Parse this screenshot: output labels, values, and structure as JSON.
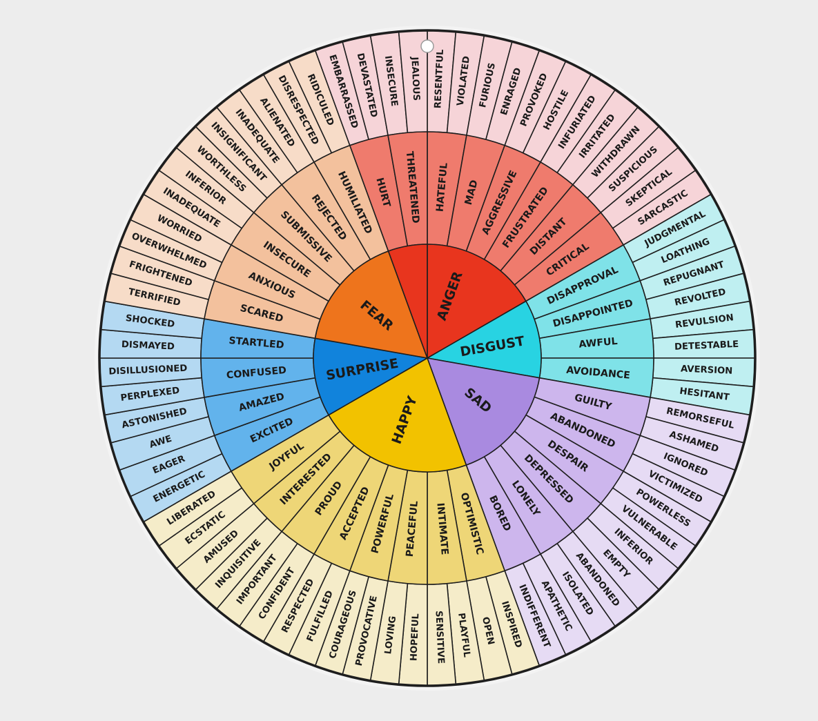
{
  "colors": {
    "background": "#ededed",
    "outline": "#1e1e1e",
    "text": "#1a1a1a"
  },
  "wheel": {
    "families": [
      {
        "core": "ANGER",
        "colors": [
          "#e8351e",
          "#ef7b6d",
          "#f6d4d8"
        ],
        "groups": [
          {
            "mid": "HATEFUL",
            "outer": [
              "RESENTFUL",
              "VIOLATED"
            ]
          },
          {
            "mid": "MAD",
            "outer": [
              "FURIOUS",
              "ENRAGED"
            ]
          },
          {
            "mid": "AGGRESSIVE",
            "outer": [
              "PROVOKED",
              "HOSTILE"
            ]
          },
          {
            "mid": "FRUSTRATED",
            "outer": [
              "INFURIATED",
              "IRRITATED"
            ]
          },
          {
            "mid": "DISTANT",
            "outer": [
              "WITHDRAWN",
              "SUSPICIOUS"
            ]
          },
          {
            "mid": "CRITICAL",
            "outer": [
              "SKEPTICAL",
              "SARCASTIC"
            ]
          }
        ]
      },
      {
        "core": "DISGUST",
        "colors": [
          "#28d3e2",
          "#7fe2e8",
          "#bfeff1"
        ],
        "groups": [
          {
            "mid": "DISAPPROVAL",
            "outer": [
              "JUDGMENTAL",
              "LOATHING"
            ]
          },
          {
            "mid": "DISAPPOINTED",
            "outer": [
              "REPUGNANT",
              "REVOLTED"
            ]
          },
          {
            "mid": "AWFUL",
            "outer": [
              "REVULSION",
              "DETESTABLE"
            ]
          },
          {
            "mid": "AVOIDANCE",
            "outer": [
              "AVERSION",
              "HESITANT"
            ]
          }
        ]
      },
      {
        "core": "SAD",
        "colors": [
          "#a98ae0",
          "#cdb6ed",
          "#e6dbf4"
        ],
        "groups": [
          {
            "mid": "GUILTY",
            "outer": [
              "REMORSEFUL",
              "ASHAMED"
            ]
          },
          {
            "mid": "ABANDONED",
            "outer": [
              "IGNORED",
              "VICTIMIZED"
            ]
          },
          {
            "mid": "DESPAIR",
            "outer": [
              "POWERLESS",
              "VULNERABLE"
            ]
          },
          {
            "mid": "DEPRESSED",
            "outer": [
              "INFERIOR",
              "EMPTY"
            ]
          },
          {
            "mid": "LONELY",
            "outer": [
              "ABANDONED",
              "ISOLATED"
            ]
          },
          {
            "mid": "BORED",
            "outer": [
              "APATHETIC",
              "INDIFFERENT"
            ]
          }
        ]
      },
      {
        "core": "HAPPY",
        "colors": [
          "#f2c200",
          "#eed677",
          "#f5ecc9"
        ],
        "groups": [
          {
            "mid": "OPTIMISTIC",
            "outer": [
              "INSPIRED",
              "OPEN"
            ]
          },
          {
            "mid": "INTIMATE",
            "outer": [
              "PLAYFUL",
              "SENSITIVE"
            ]
          },
          {
            "mid": "PEACEFUL",
            "outer": [
              "HOPEFUL",
              "LOVING"
            ]
          },
          {
            "mid": "POWERFUL",
            "outer": [
              "PROVOCATIVE",
              "COURAGEOUS"
            ]
          },
          {
            "mid": "ACCEPTED",
            "outer": [
              "FULFILLED",
              "RESPECTED"
            ]
          },
          {
            "mid": "PROUD",
            "outer": [
              "CONFIDENT",
              "IMPORTANT"
            ]
          },
          {
            "mid": "INTERESTED",
            "outer": [
              "INQUISITIVE",
              "AMUSED"
            ]
          },
          {
            "mid": "JOYFUL",
            "outer": [
              "ECSTATIC",
              "LIBERATED"
            ]
          }
        ]
      },
      {
        "core": "SURPRISE",
        "colors": [
          "#1183dc",
          "#62b3ec",
          "#b4d9f2"
        ],
        "groups": [
          {
            "mid": "EXCITED",
            "outer": [
              "ENERGETIC",
              "EAGER"
            ]
          },
          {
            "mid": "AMAZED",
            "outer": [
              "AWE",
              "ASTONISHED"
            ]
          },
          {
            "mid": "CONFUSED",
            "outer": [
              "PERPLEXED",
              "DISILLUSIONED"
            ]
          },
          {
            "mid": "STARTLED",
            "outer": [
              "DISMAYED",
              "SHOCKED"
            ]
          }
        ]
      },
      {
        "core": "FEAR",
        "colors": [
          "#ee741c",
          "#f3c19d",
          "#f7dcc8"
        ],
        "groups": [
          {
            "mid": "SCARED",
            "outer": [
              "TERRIFIED",
              "FRIGHTENED"
            ]
          },
          {
            "mid": "ANXIOUS",
            "outer": [
              "OVERWHELMED",
              "WORRIED"
            ]
          },
          {
            "mid": "INSECURE",
            "outer": [
              "INADEQUATE",
              "INFERIOR"
            ]
          },
          {
            "mid": "SUBMISSIVE",
            "outer": [
              "WORTHLESS",
              "INSIGNIFICANT"
            ]
          },
          {
            "mid": "REJECTED",
            "outer": [
              "INADEQUATE",
              "ALIENATED"
            ]
          },
          {
            "mid": "HUMILIATED",
            "outer": [
              "DISRESPECTED",
              "RIDICULED"
            ]
          }
        ]
      },
      {
        "core": "ANGER",
        "colors": [
          "#e8351e",
          "#ef7b6d",
          "#f6d4d8"
        ],
        "groups": [
          {
            "mid": "HURT",
            "outer": [
              "EMBARRASSED",
              "DEVASTATED"
            ]
          },
          {
            "mid": "THREATENED",
            "outer": [
              "INSECURE",
              "JEALOUS"
            ]
          }
        ]
      }
    ]
  }
}
